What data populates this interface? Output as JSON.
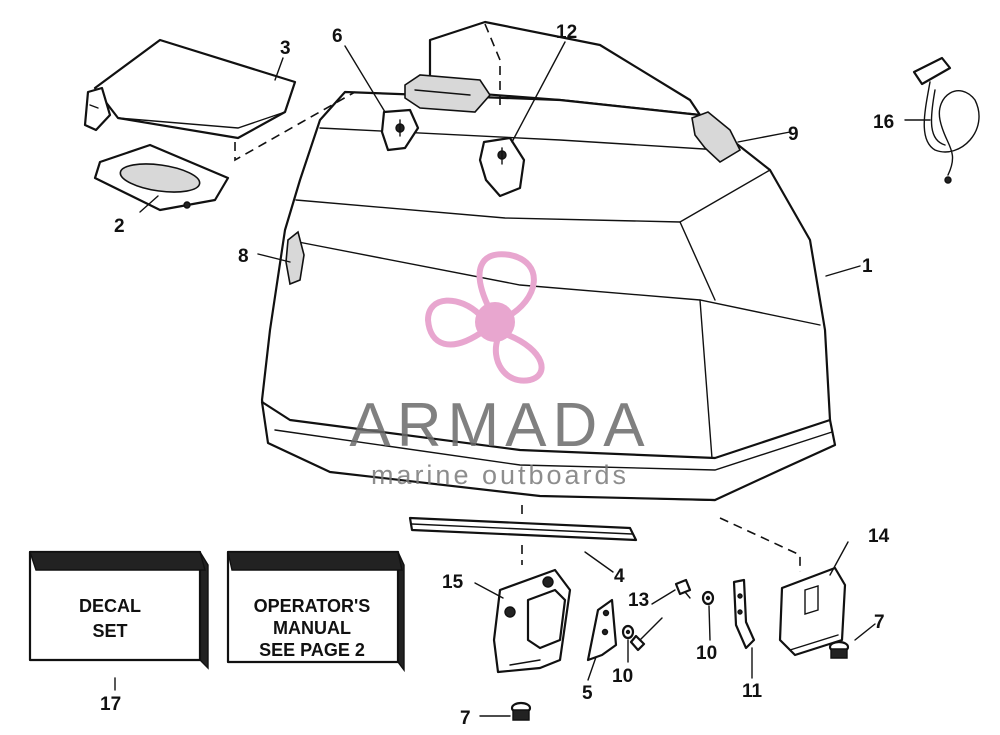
{
  "callouts": [
    "1",
    "2",
    "3",
    "4",
    "5",
    "6",
    "7",
    "7",
    "8",
    "9",
    "10",
    "10",
    "11",
    "12",
    "13",
    "14",
    "15",
    "16",
    "17"
  ],
  "boxes": {
    "decal": [
      "DECAL",
      "SET"
    ],
    "manual": [
      "OPERATOR'S",
      "MANUAL",
      "SEE PAGE 2"
    ]
  },
  "watermark": {
    "brand": "ARMADA",
    "tagline": "marine outboards",
    "color": "#e8a6cf"
  }
}
